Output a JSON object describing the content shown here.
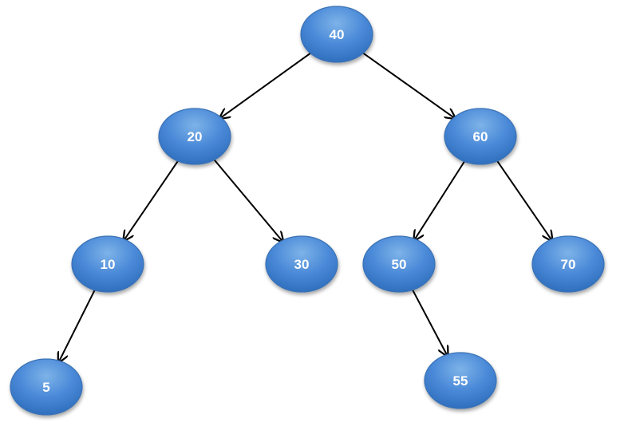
{
  "diagram": {
    "type": "binary-search-tree",
    "colors": {
      "node_fill_light": "#7db3e8",
      "node_fill": "#4a89d8",
      "node_fill_dark": "#2f6fbd",
      "node_stroke": "#3a72b5",
      "node_text": "#ffffff",
      "edge": "#000000",
      "background": "#ffffff"
    },
    "nodes": [
      {
        "id": "n40",
        "label": "40"
      },
      {
        "id": "n20",
        "label": "20"
      },
      {
        "id": "n60",
        "label": "60"
      },
      {
        "id": "n10",
        "label": "10"
      },
      {
        "id": "n30",
        "label": "30"
      },
      {
        "id": "n50",
        "label": "50"
      },
      {
        "id": "n70",
        "label": "70"
      },
      {
        "id": "n5",
        "label": "5"
      },
      {
        "id": "n55",
        "label": "55"
      }
    ],
    "edges": [
      {
        "from": "n40",
        "to": "n20"
      },
      {
        "from": "n40",
        "to": "n60"
      },
      {
        "from": "n20",
        "to": "n10"
      },
      {
        "from": "n20",
        "to": "n30"
      },
      {
        "from": "n60",
        "to": "n50"
      },
      {
        "from": "n60",
        "to": "n70"
      },
      {
        "from": "n10",
        "to": "n5"
      },
      {
        "from": "n50",
        "to": "n55"
      }
    ]
  }
}
